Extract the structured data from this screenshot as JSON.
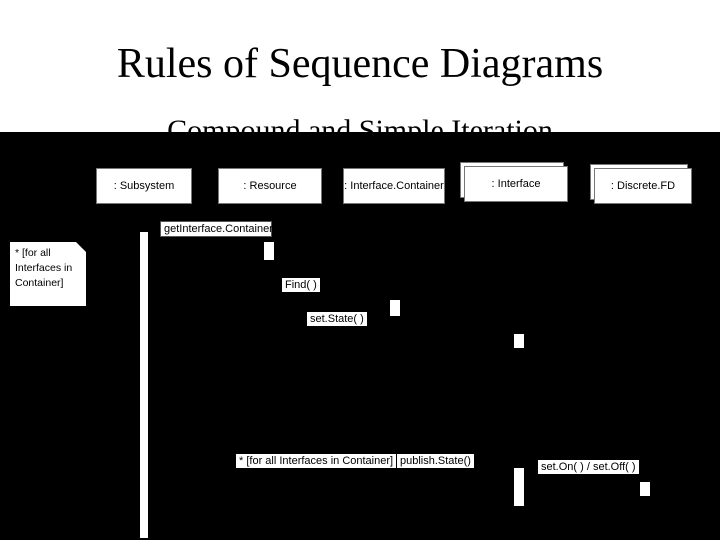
{
  "slide": {
    "title": "Rules of Sequence Diagrams",
    "subtitle": "Compound and Simple Iteration"
  },
  "objects": [
    {
      "label": ": Subsystem"
    },
    {
      "label": ": Resource"
    },
    {
      "label": ": Interface.Container"
    },
    {
      "label": ": Interface"
    },
    {
      "label": ": Discrete.FD"
    }
  ],
  "messages": {
    "get_container": "getInterface.Container( )",
    "find": "Find( )",
    "set_state": "set.State( )",
    "iteration_guard": "* [for all Interfaces in Container]",
    "publish_state": "publish.State()",
    "set_on_off": "set.On( ) / set.Off( )"
  },
  "note": {
    "text": "* [for all Interfaces in Container]"
  }
}
